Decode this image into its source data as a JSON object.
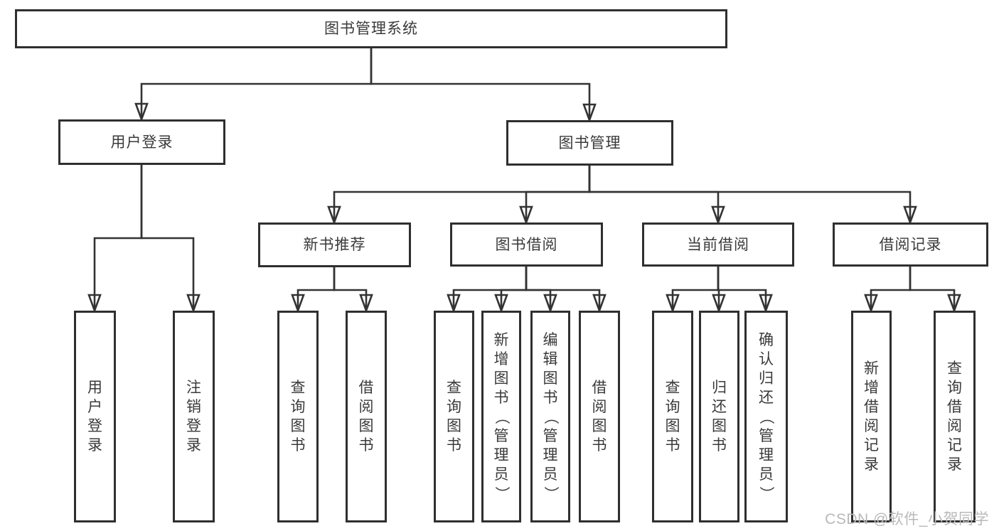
{
  "diagram": {
    "root": {
      "label": "图书管理系统"
    },
    "children": [
      {
        "label": "用户登录",
        "children": [
          {
            "label": "用户登录"
          },
          {
            "label": "注销登录"
          }
        ]
      },
      {
        "label": "图书管理",
        "children": [
          {
            "label": "新书推荐",
            "children": [
              {
                "label": "查询图书"
              },
              {
                "label": "借阅图书"
              }
            ]
          },
          {
            "label": "图书借阅",
            "children": [
              {
                "label": "查询图书"
              },
              {
                "label": "新增图书（管理员）"
              },
              {
                "label": "编辑图书（管理员）"
              },
              {
                "label": "借阅图书"
              }
            ]
          },
          {
            "label": "当前借阅",
            "children": [
              {
                "label": "查询图书"
              },
              {
                "label": "归还图书"
              },
              {
                "label": "确认归还（管理员）"
              }
            ]
          },
          {
            "label": "借阅记录",
            "children": [
              {
                "label": "新增借阅记录"
              },
              {
                "label": "查询借阅记录"
              }
            ]
          }
        ]
      }
    ]
  },
  "watermark": {
    "text": "CSDN @软件_小贺同学"
  },
  "colors": {
    "line": "#333333",
    "box_border": "#2f2f2f",
    "text": "#3a3a3a",
    "watermark": "#b9b9b9",
    "background": "#ffffff"
  }
}
